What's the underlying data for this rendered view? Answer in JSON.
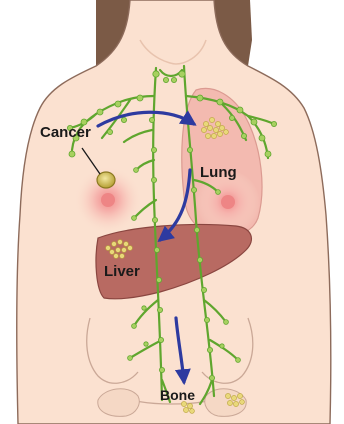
{
  "labels": {
    "cancer": "Cancer",
    "lung": "Lung",
    "liver": "Liver",
    "bone": "Bone"
  },
  "colors": {
    "hair": "#7b5a46",
    "skin": "#fbe1d0",
    "skin_outline": "#8d6b5b",
    "lung": "#f3b7ae",
    "liver": "#b86a62",
    "lymph": "#5fa62e",
    "node": "#a7d060",
    "arrow": "#2d3aa0",
    "tumor": "#d7c259",
    "cells": "#e9d87a"
  }
}
